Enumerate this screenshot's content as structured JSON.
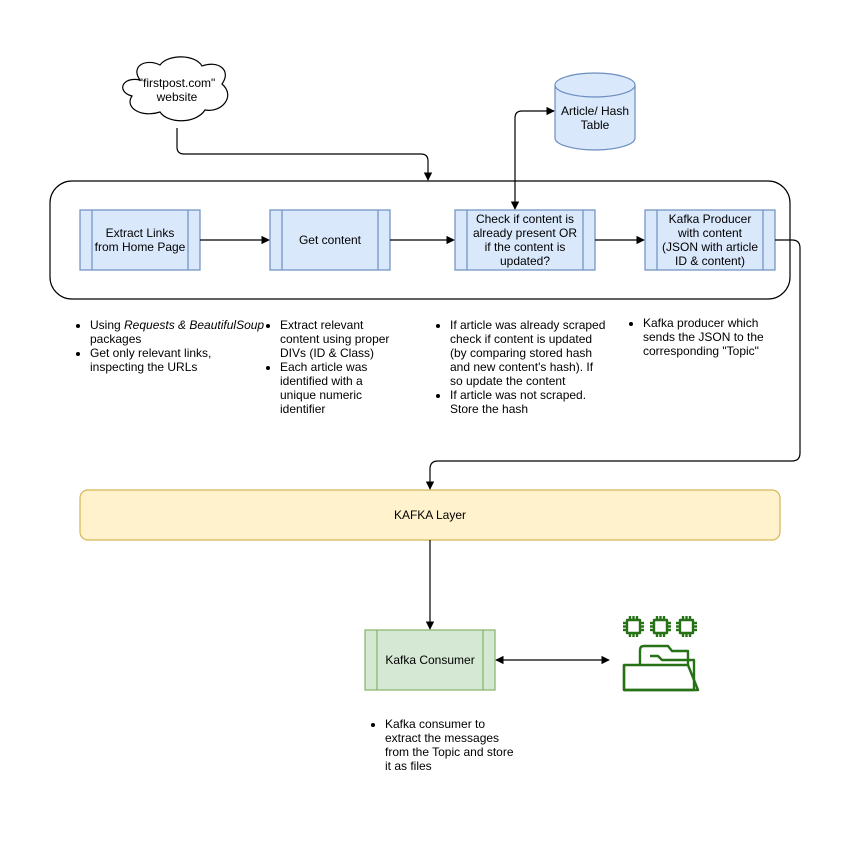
{
  "colors": {
    "process_fill": "#dae8fc",
    "process_stroke": "#6c8ebf",
    "kafka_fill": "#fff2cc",
    "kafka_stroke": "#d6b656",
    "consumer_fill": "#d5e8d4",
    "consumer_stroke": "#82b366",
    "icon_green": "#277116",
    "line": "#000000"
  },
  "cloud": {
    "label": "\"firstpost.com\"\nwebsite"
  },
  "database": {
    "label": "Article/ Hash\nTable"
  },
  "steps": {
    "extract_links": "Extract Links\nfrom Home Page",
    "get_content": "Get content",
    "check_content": "Check if content is\nalready present OR\nif the content is\nupdated?",
    "producer": "Kafka Producer\nwith content\n(JSON with article\nID & content)"
  },
  "kafka_layer": {
    "label": "KAFKA Layer"
  },
  "consumer": {
    "label": "Kafka Consumer"
  },
  "icons": {
    "storage": "folder-with-chips-icon"
  },
  "notes": {
    "extract_links": {
      "item1_prefix": "Using ",
      "item1_emph": "Requests &\nBeautifulSoup",
      "item1_suffix": " packages",
      "item2": "Get only relevant links,\ninspecting the URLs"
    },
    "get_content": {
      "item1": "Extract relevant\ncontent using proper\nDIVs (ID & Class)",
      "item2": "Each article was\nidentified with a\nunique numeric\nidentifier"
    },
    "check_content": {
      "item1": "If article was already scraped\ncheck if content is updated\n(by comparing stored hash\nand new content's hash). If\nso update the content",
      "item2": "If article was not scraped.\nStore the hash"
    },
    "producer": {
      "item1": "  Kafka producer which\nsends the JSON to the\ncorresponding \"Topic\""
    },
    "consumer": {
      "item1": "Kafka consumer to\nextract the messages\nfrom the Topic and store\nit as files"
    }
  }
}
